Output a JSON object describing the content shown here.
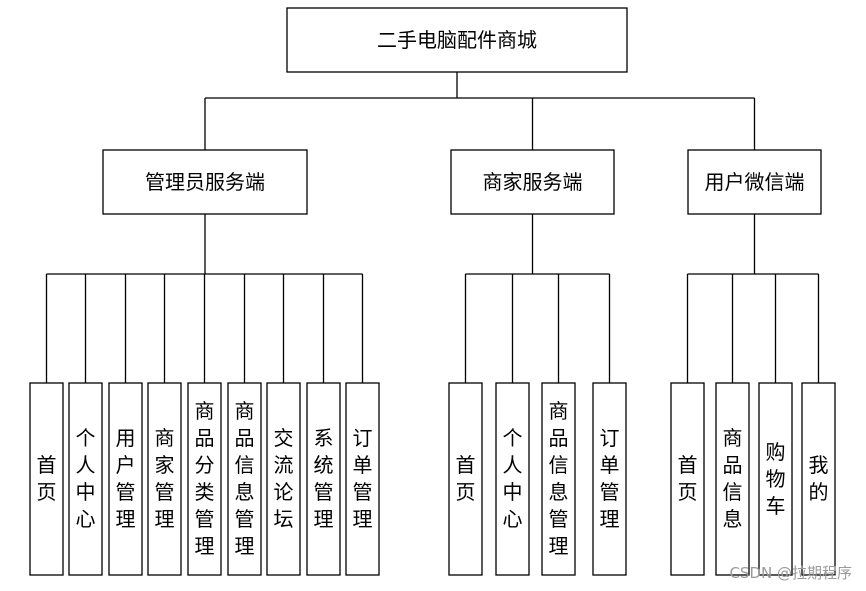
{
  "diagram": {
    "root": "二手电脑配件商城",
    "branches": [
      {
        "label": "管理员服务端",
        "children": [
          "首页",
          "个人中心",
          "用户管理",
          "商家管理",
          "商品分类管理",
          "商品信息管理",
          "交流论坛",
          "系统管理",
          "订单管理"
        ]
      },
      {
        "label": "商家服务端",
        "children": [
          "首页",
          "个人中心",
          "商品信息管理",
          "订单管理"
        ]
      },
      {
        "label": "用户微信端",
        "children": [
          "首页",
          "商品信息",
          "购物车",
          "我的"
        ]
      }
    ]
  },
  "watermark": "CSDN @拉期程序"
}
